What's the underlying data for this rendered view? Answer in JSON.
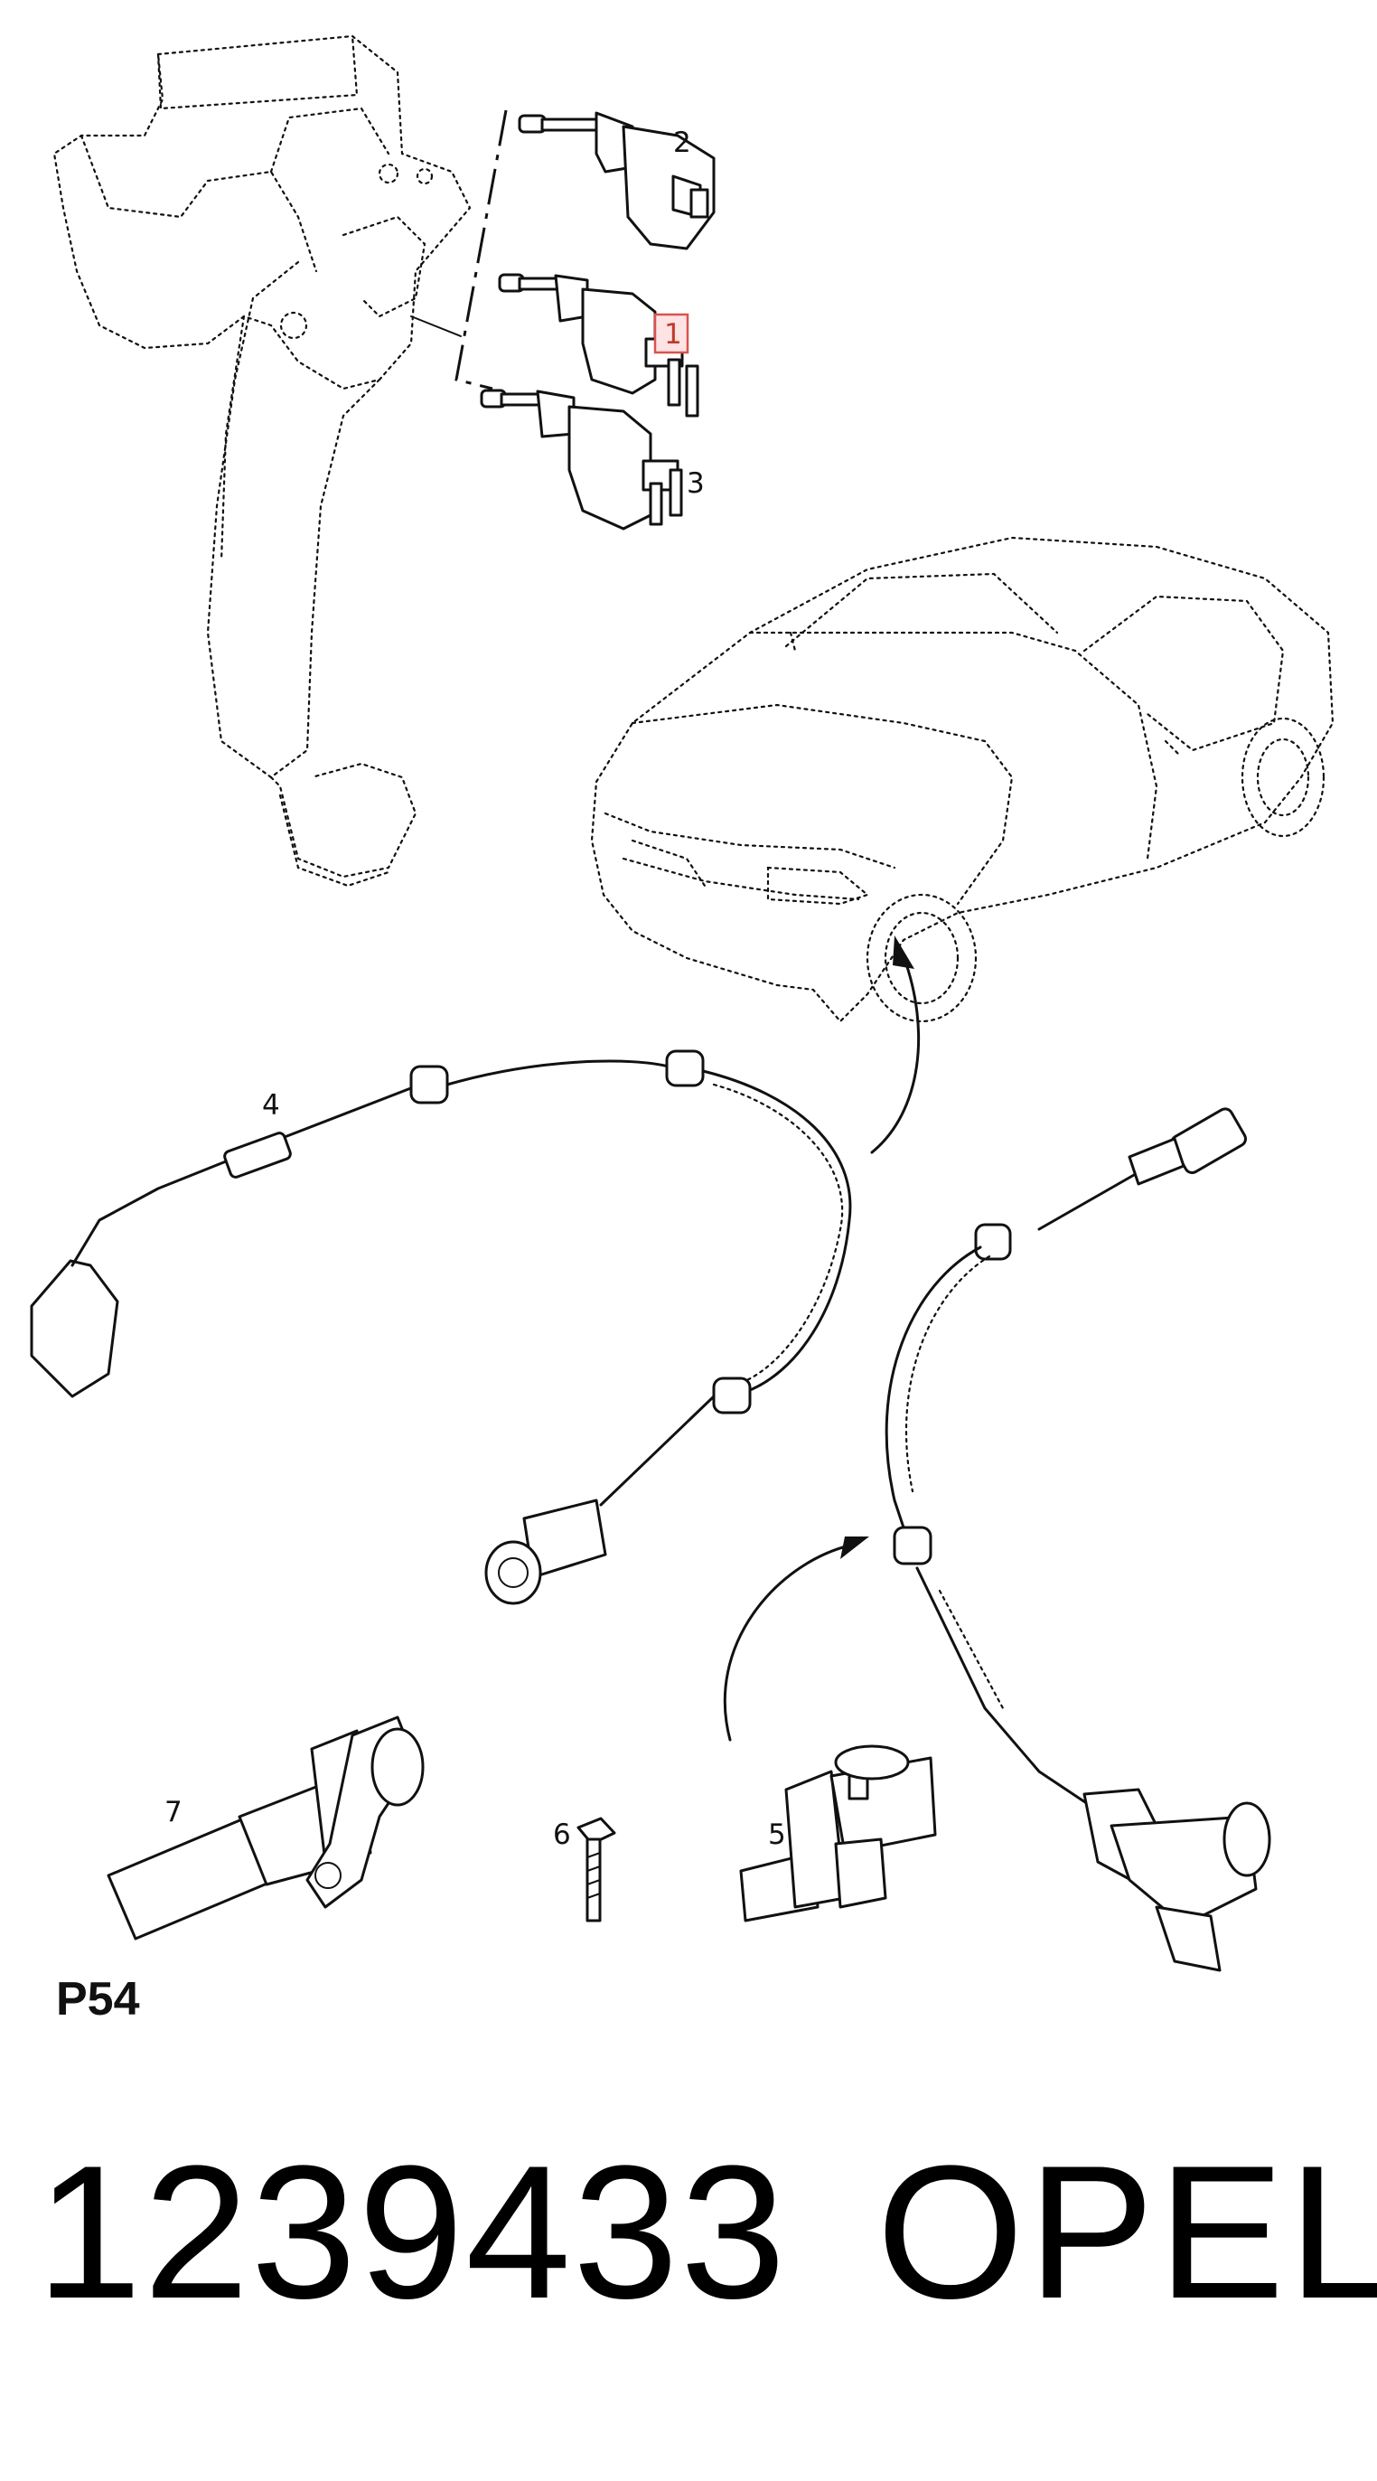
{
  "diagram": {
    "page_code": "P54",
    "callouts": [
      {
        "id": "2",
        "text": "2"
      },
      {
        "id": "1",
        "text": "1",
        "highlighted": true
      },
      {
        "id": "3",
        "text": "3"
      },
      {
        "id": "4",
        "text": "4"
      },
      {
        "id": "7",
        "text": "7"
      },
      {
        "id": "6",
        "text": "6"
      },
      {
        "id": "5",
        "text": "5"
      }
    ],
    "highlight_color": "#d9534f"
  },
  "footer": {
    "part_number": "1239433",
    "brand": "OPEL"
  }
}
